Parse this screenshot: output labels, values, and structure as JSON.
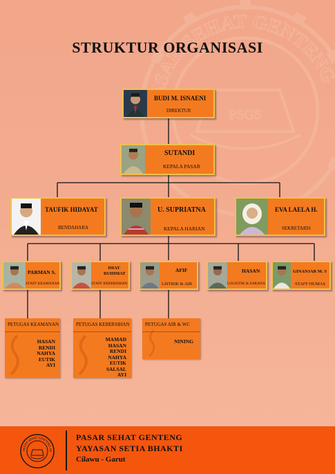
{
  "title": "STRUKTUR ORGANISASI",
  "watermark": {
    "ring_text": "PASAR SEHAT GENTENG",
    "center": "PSGS"
  },
  "director": {
    "name": "BUDI M. ISNAENI",
    "role": "DIREKTUR"
  },
  "head": {
    "name": "SUTANDI",
    "role": "KEPALA PASAR"
  },
  "level2": [
    {
      "name": "TAUFIK HIDAYAT",
      "role": "BENDAHARA"
    },
    {
      "name": "U. SUPRIATNA",
      "role": "KEPALA HARIAN"
    },
    {
      "name": "EVA LAELA H.",
      "role": "SEKRETARIS"
    }
  ],
  "staff": [
    {
      "name": "PARMAN S.",
      "role": "STAFF KEAMANAN"
    },
    {
      "name": "IMAT RUHIMAT",
      "role": "STAFF KEBERSIHAN"
    },
    {
      "name": "AFIF",
      "role": "LISTRIK & AIR"
    },
    {
      "name": "HASAN",
      "role": "LOGISTIK & SARANA"
    },
    {
      "name": "GINANJAR M. S",
      "role": "STAFF HUMAS"
    }
  ],
  "teams": [
    {
      "title": "PETUGAS KEAMANAN",
      "members": [
        "HASAN",
        "RENDI",
        "NAHYA",
        "EUTIK",
        "AYI"
      ]
    },
    {
      "title": "PETUGAS KEBERSIHAN",
      "members": [
        "MAMAD",
        "HASAN",
        "RENDI",
        "NAHYA",
        "EUTIK",
        "SALSAL",
        "AYI"
      ]
    },
    {
      "title": "PETUGAS AIR & WC",
      "members": [
        "NINING"
      ]
    }
  ],
  "footer": {
    "line1": "PASAR SEHAT GENTENG",
    "line2": "YAYASAN SETIA BHAKTI",
    "line3": "Cilawu - Garut",
    "logo_text": "PASAR SEHAT GENTENG SETIA BHAKTI"
  },
  "colors": {
    "box": "#f47a1f",
    "box_border": "#f0c24a",
    "footer": "#f4560e",
    "background": "#f3ab8f"
  }
}
